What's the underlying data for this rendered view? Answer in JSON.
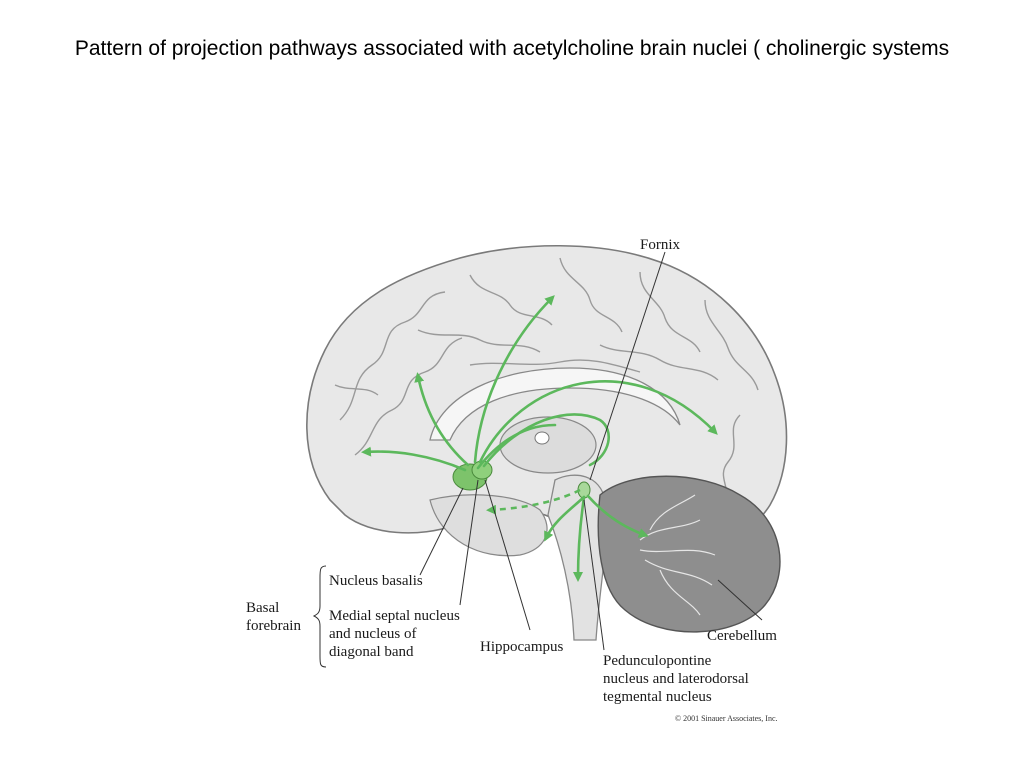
{
  "slide": {
    "title": "Pattern of projection pathways associated with acetylcholine brain nuclei ( cholinergic systems"
  },
  "diagram": {
    "labels": {
      "fornix": "Fornix",
      "nucleus_basalis": "Nucleus basalis",
      "basal_forebrain_1": "Basal",
      "basal_forebrain_2": "forebrain",
      "medial_septal_1": "Medial septal nucleus",
      "medial_septal_2": "and nucleus of",
      "medial_septal_3": "diagonal band",
      "hippocampus": "Hippocampus",
      "cerebellum": "Cerebellum",
      "pedunculo_1": "Pedunculopontine",
      "pedunculo_2": "nucleus and laterodorsal",
      "pedunculo_3": "tegmental nucleus"
    },
    "copyright": "© 2001 Sinauer Associates, Inc.",
    "colors": {
      "pathway": "#5cb85c",
      "nucleus": "#7dc36b",
      "brain_fill": "#e8e8e8",
      "cerebellum_fill": "#8e8e8e"
    }
  }
}
